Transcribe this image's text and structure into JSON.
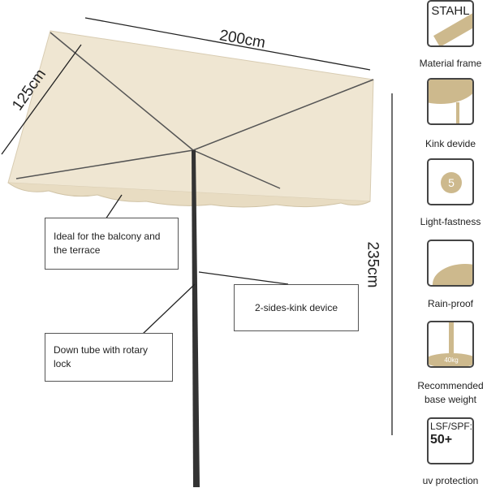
{
  "dimensions": {
    "width": "200cm",
    "depth": "125cm",
    "height": "235cm"
  },
  "callouts": {
    "balcony": "Ideal for the balcony and the terrace",
    "kink": "2-sides-kink device",
    "tube": "Down tube with rotary lock"
  },
  "features": [
    {
      "icon_text": "STAHL",
      "label": "Material frame"
    },
    {
      "label": "Kink devide"
    },
    {
      "icon_text": "5",
      "label": "Light-fastness"
    },
    {
      "label": "Rain-proof"
    },
    {
      "icon_text": "40kg",
      "label": "Recommended base weight"
    },
    {
      "icon_text": "LSF/SPF:",
      "icon_text2": "50+",
      "label": "uv protection"
    }
  ],
  "colors": {
    "canopy": "#efe6d2",
    "accent": "#cdb98d",
    "pole": "#333333"
  }
}
